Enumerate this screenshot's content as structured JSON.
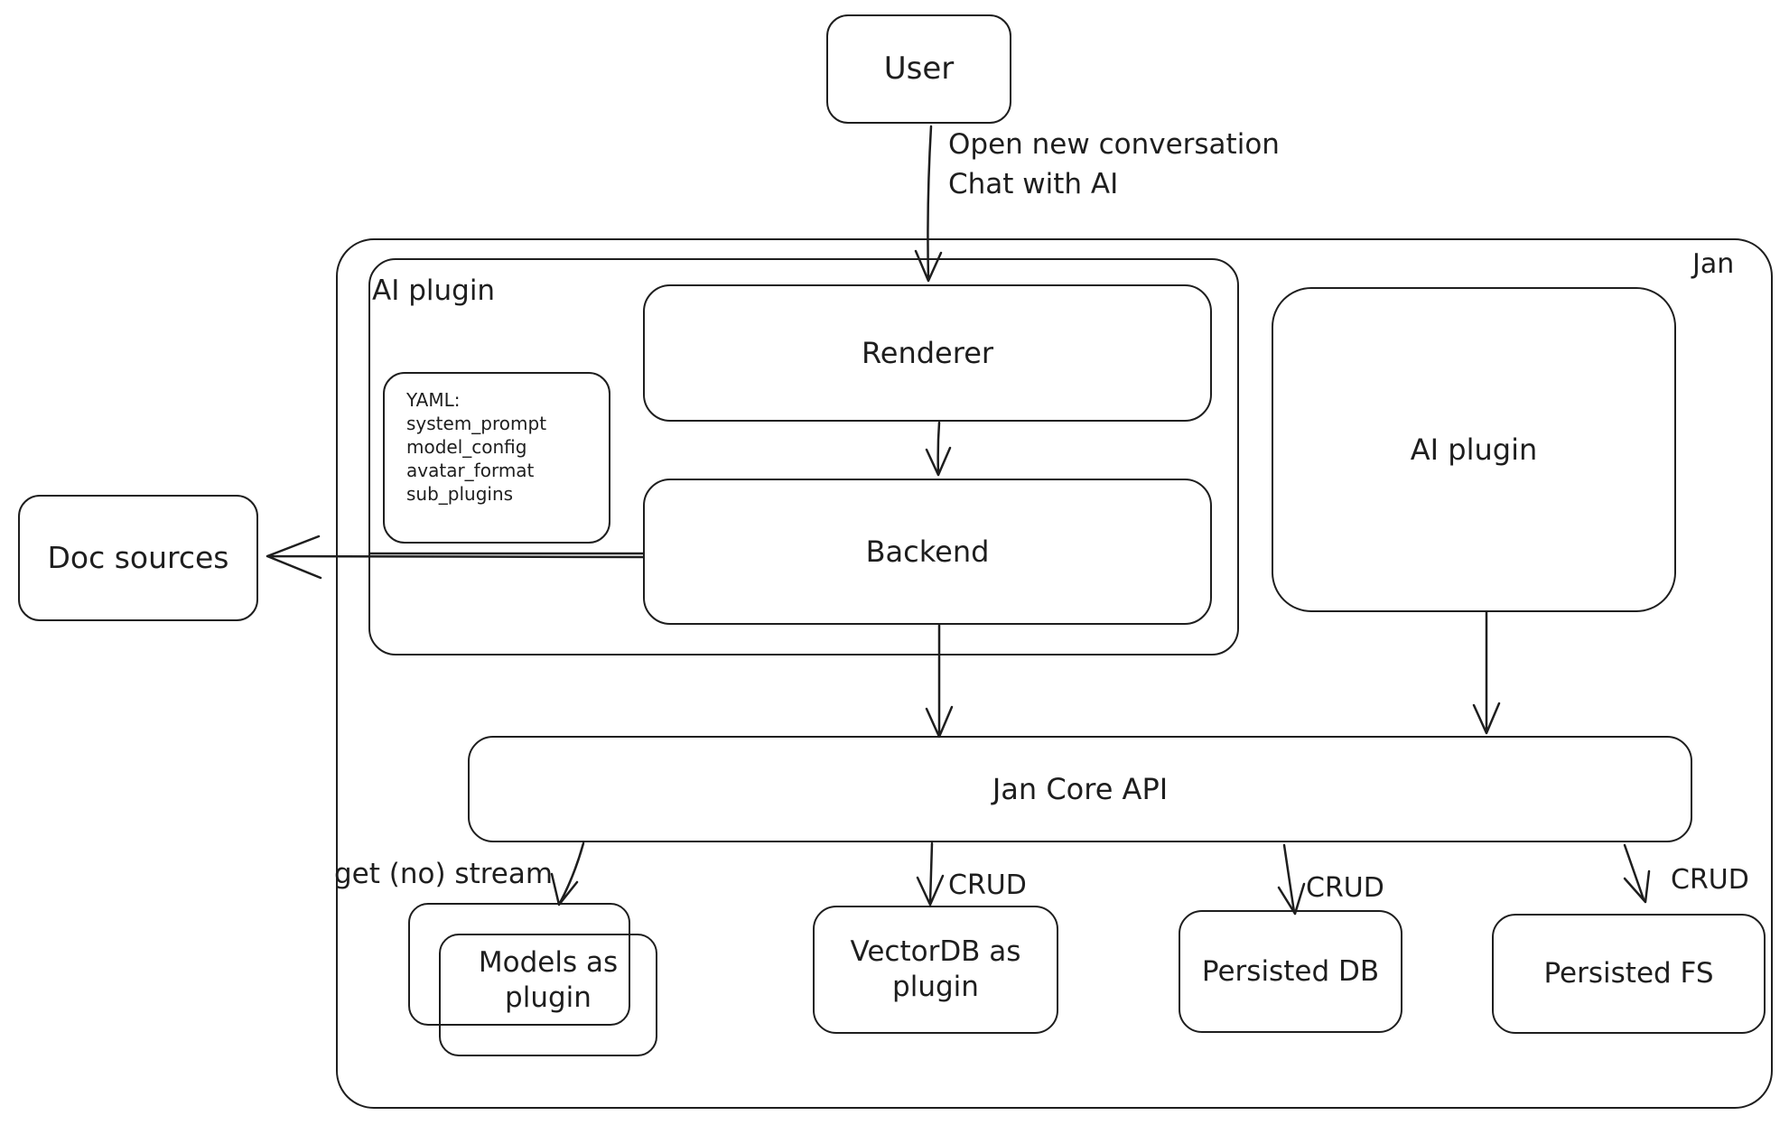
{
  "colors": {
    "stroke": "#1e1e1e",
    "background": "#ffffff"
  },
  "outer": {
    "label": "Jan"
  },
  "nodes": {
    "user": {
      "label": "User"
    },
    "ai_plugin_group": {
      "label": "AI plugin"
    },
    "renderer": {
      "label": "Renderer"
    },
    "backend": {
      "label": "Backend"
    },
    "yaml_note": {
      "lines": [
        "YAML:",
        "system_prompt",
        "model_config",
        "avatar_format",
        "sub_plugins"
      ]
    },
    "doc_sources": {
      "label": "Doc sources"
    },
    "ai_plugin_right": {
      "label": "AI plugin"
    },
    "jan_core_api": {
      "label": "Jan Core API"
    },
    "models_as_plugin": {
      "label": "Models as\nplugin"
    },
    "vectordb": {
      "label": "VectorDB as\nplugin"
    },
    "persisted_db": {
      "label": "Persisted DB"
    },
    "persisted_fs": {
      "label": "Persisted FS"
    }
  },
  "edges": {
    "user_to_renderer": {
      "label": "Open new conversation\nChat with AI"
    },
    "api_to_models": {
      "label": "get (no) stream"
    },
    "api_to_vectordb": {
      "label": "CRUD"
    },
    "api_to_persisted_db": {
      "label": "CRUD"
    },
    "api_to_persisted_fs": {
      "label": "CRUD"
    }
  }
}
